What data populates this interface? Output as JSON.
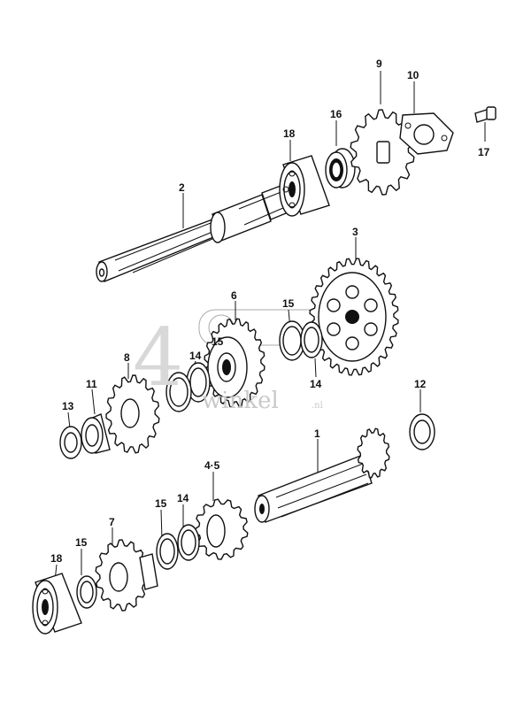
{
  "diagram": {
    "callouts": {
      "p1": "1",
      "p2": "2",
      "p3": "3",
      "p45": "4·5",
      "p6": "6",
      "p7": "7",
      "p8": "8",
      "p9": "9",
      "p10": "10",
      "p11": "11",
      "p12": "12",
      "p13": "13",
      "p14a": "14",
      "p14b": "14",
      "p14c": "14",
      "p15a": "15",
      "p15b": "15",
      "p15c": "15",
      "p15d": "15",
      "p16": "16",
      "p17": "17",
      "p18a": "18",
      "p18b": "18"
    },
    "watermark": {
      "big": "4",
      "text": "winkel",
      "suffix": ".nl"
    },
    "colors": {
      "ink": "#111111",
      "watermark": "#c9c9c9",
      "paper": "#ffffff"
    }
  }
}
